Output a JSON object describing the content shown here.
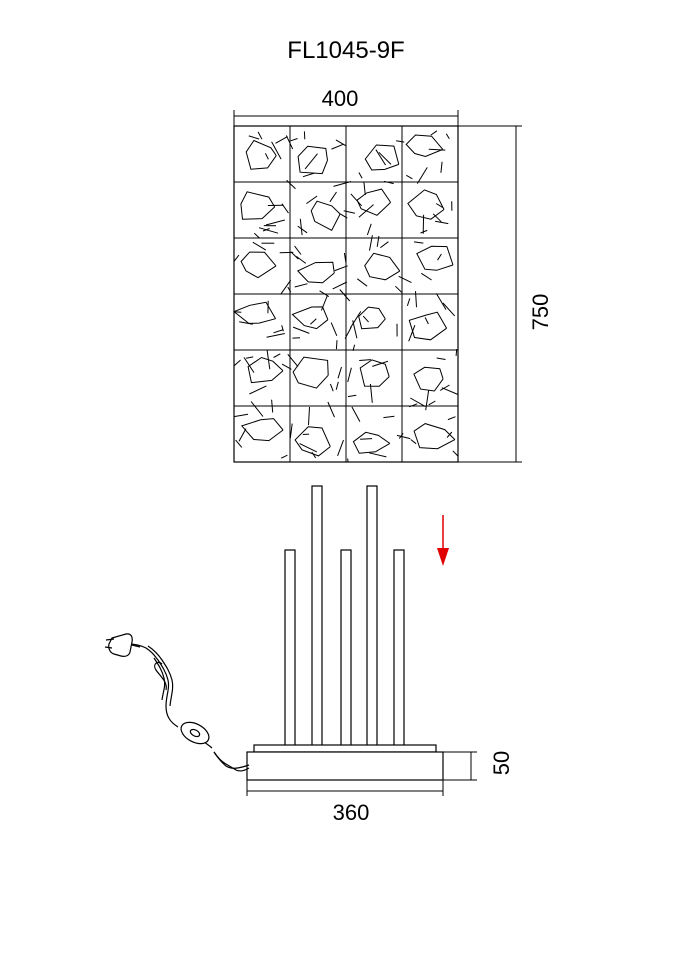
{
  "model": "FL1045-9F",
  "dimensions": {
    "shade_width": "400",
    "total_height": "750",
    "base_width": "360",
    "base_height": "50"
  },
  "colors": {
    "line": "#000000",
    "arrow": "#e00000",
    "background": "#ffffff"
  }
}
